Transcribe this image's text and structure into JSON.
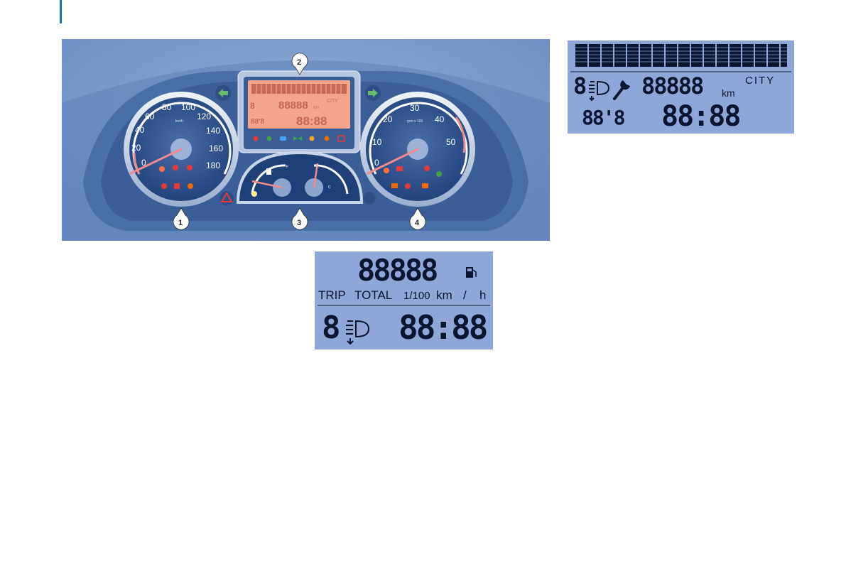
{
  "callouts": [
    "1",
    "2",
    "3",
    "4"
  ],
  "speedometer": {
    "ticks": [
      "0",
      "20",
      "40",
      "60",
      "80",
      "100",
      "120",
      "140",
      "160",
      "180"
    ],
    "unit": "km/h"
  },
  "tachometer": {
    "ticks": [
      "0",
      "10",
      "20",
      "30",
      "40",
      "50"
    ],
    "unit": "rpm x 100"
  },
  "gauges": {
    "fuel_mark": "F",
    "temp_mark_h": "H",
    "temp_mark_c": "C"
  },
  "center_display": {
    "digit": "8",
    "odometer": "88888",
    "unit": "km",
    "mode": "CITY",
    "small": "88'8",
    "clock": "88:88"
  },
  "top_display": {
    "digit": "8",
    "odometer": "88888",
    "unit": "km",
    "mode": "CITY",
    "small": "88'8",
    "clock": "88:88"
  },
  "bottom_display": {
    "value": "88888",
    "labels": [
      "TRIP",
      "TOTAL",
      "1/100",
      "km",
      "/",
      "h"
    ],
    "digit": "8",
    "clock": "88:88"
  },
  "colors": {
    "dashboard": "#5d82b8",
    "lcd_blue": "#8fa6d8",
    "lcd_orange": "#f3a48a",
    "accent_blue": "#1572b6"
  },
  "icons": [
    "fuel-pump-icon",
    "headlamp-icon",
    "wrench-icon",
    "turn-left-icon",
    "turn-right-icon",
    "hazard-icon"
  ]
}
